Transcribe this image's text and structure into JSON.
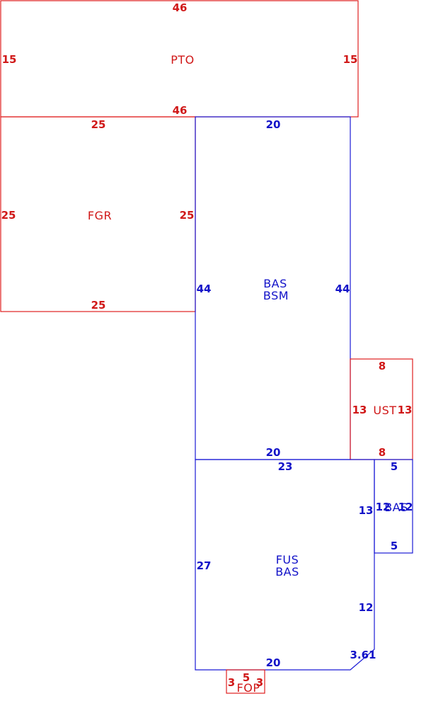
{
  "colors": {
    "red": "#e02020",
    "blue": "#1a1ad6"
  },
  "areas": {
    "pto": {
      "code": "PTO",
      "top": "46",
      "bottom": "46",
      "left": "15",
      "right": "15"
    },
    "fgr": {
      "code": "FGR",
      "top": "25",
      "bottom": "25",
      "left": "25",
      "right": "25"
    },
    "bas_bsm": {
      "code1": "BAS",
      "code2": "BSM",
      "top": "20",
      "bottom": "20",
      "left": "44",
      "right": "44"
    },
    "ust": {
      "code": "UST",
      "top": "8",
      "bottom": "8",
      "left": "13",
      "right": "13"
    },
    "bas_small": {
      "code": "BAS",
      "top": "5",
      "bottom": "5",
      "left": "12",
      "right": "12"
    },
    "fus_bas": {
      "code1": "FUS",
      "code2": "BAS",
      "top": "23",
      "bottom": "20",
      "left": "27",
      "right_upper": "13",
      "right_lower": "12",
      "diagonal": "3.61"
    },
    "fop": {
      "code": "FOP",
      "top": "5",
      "left": "3",
      "right": "3"
    }
  }
}
